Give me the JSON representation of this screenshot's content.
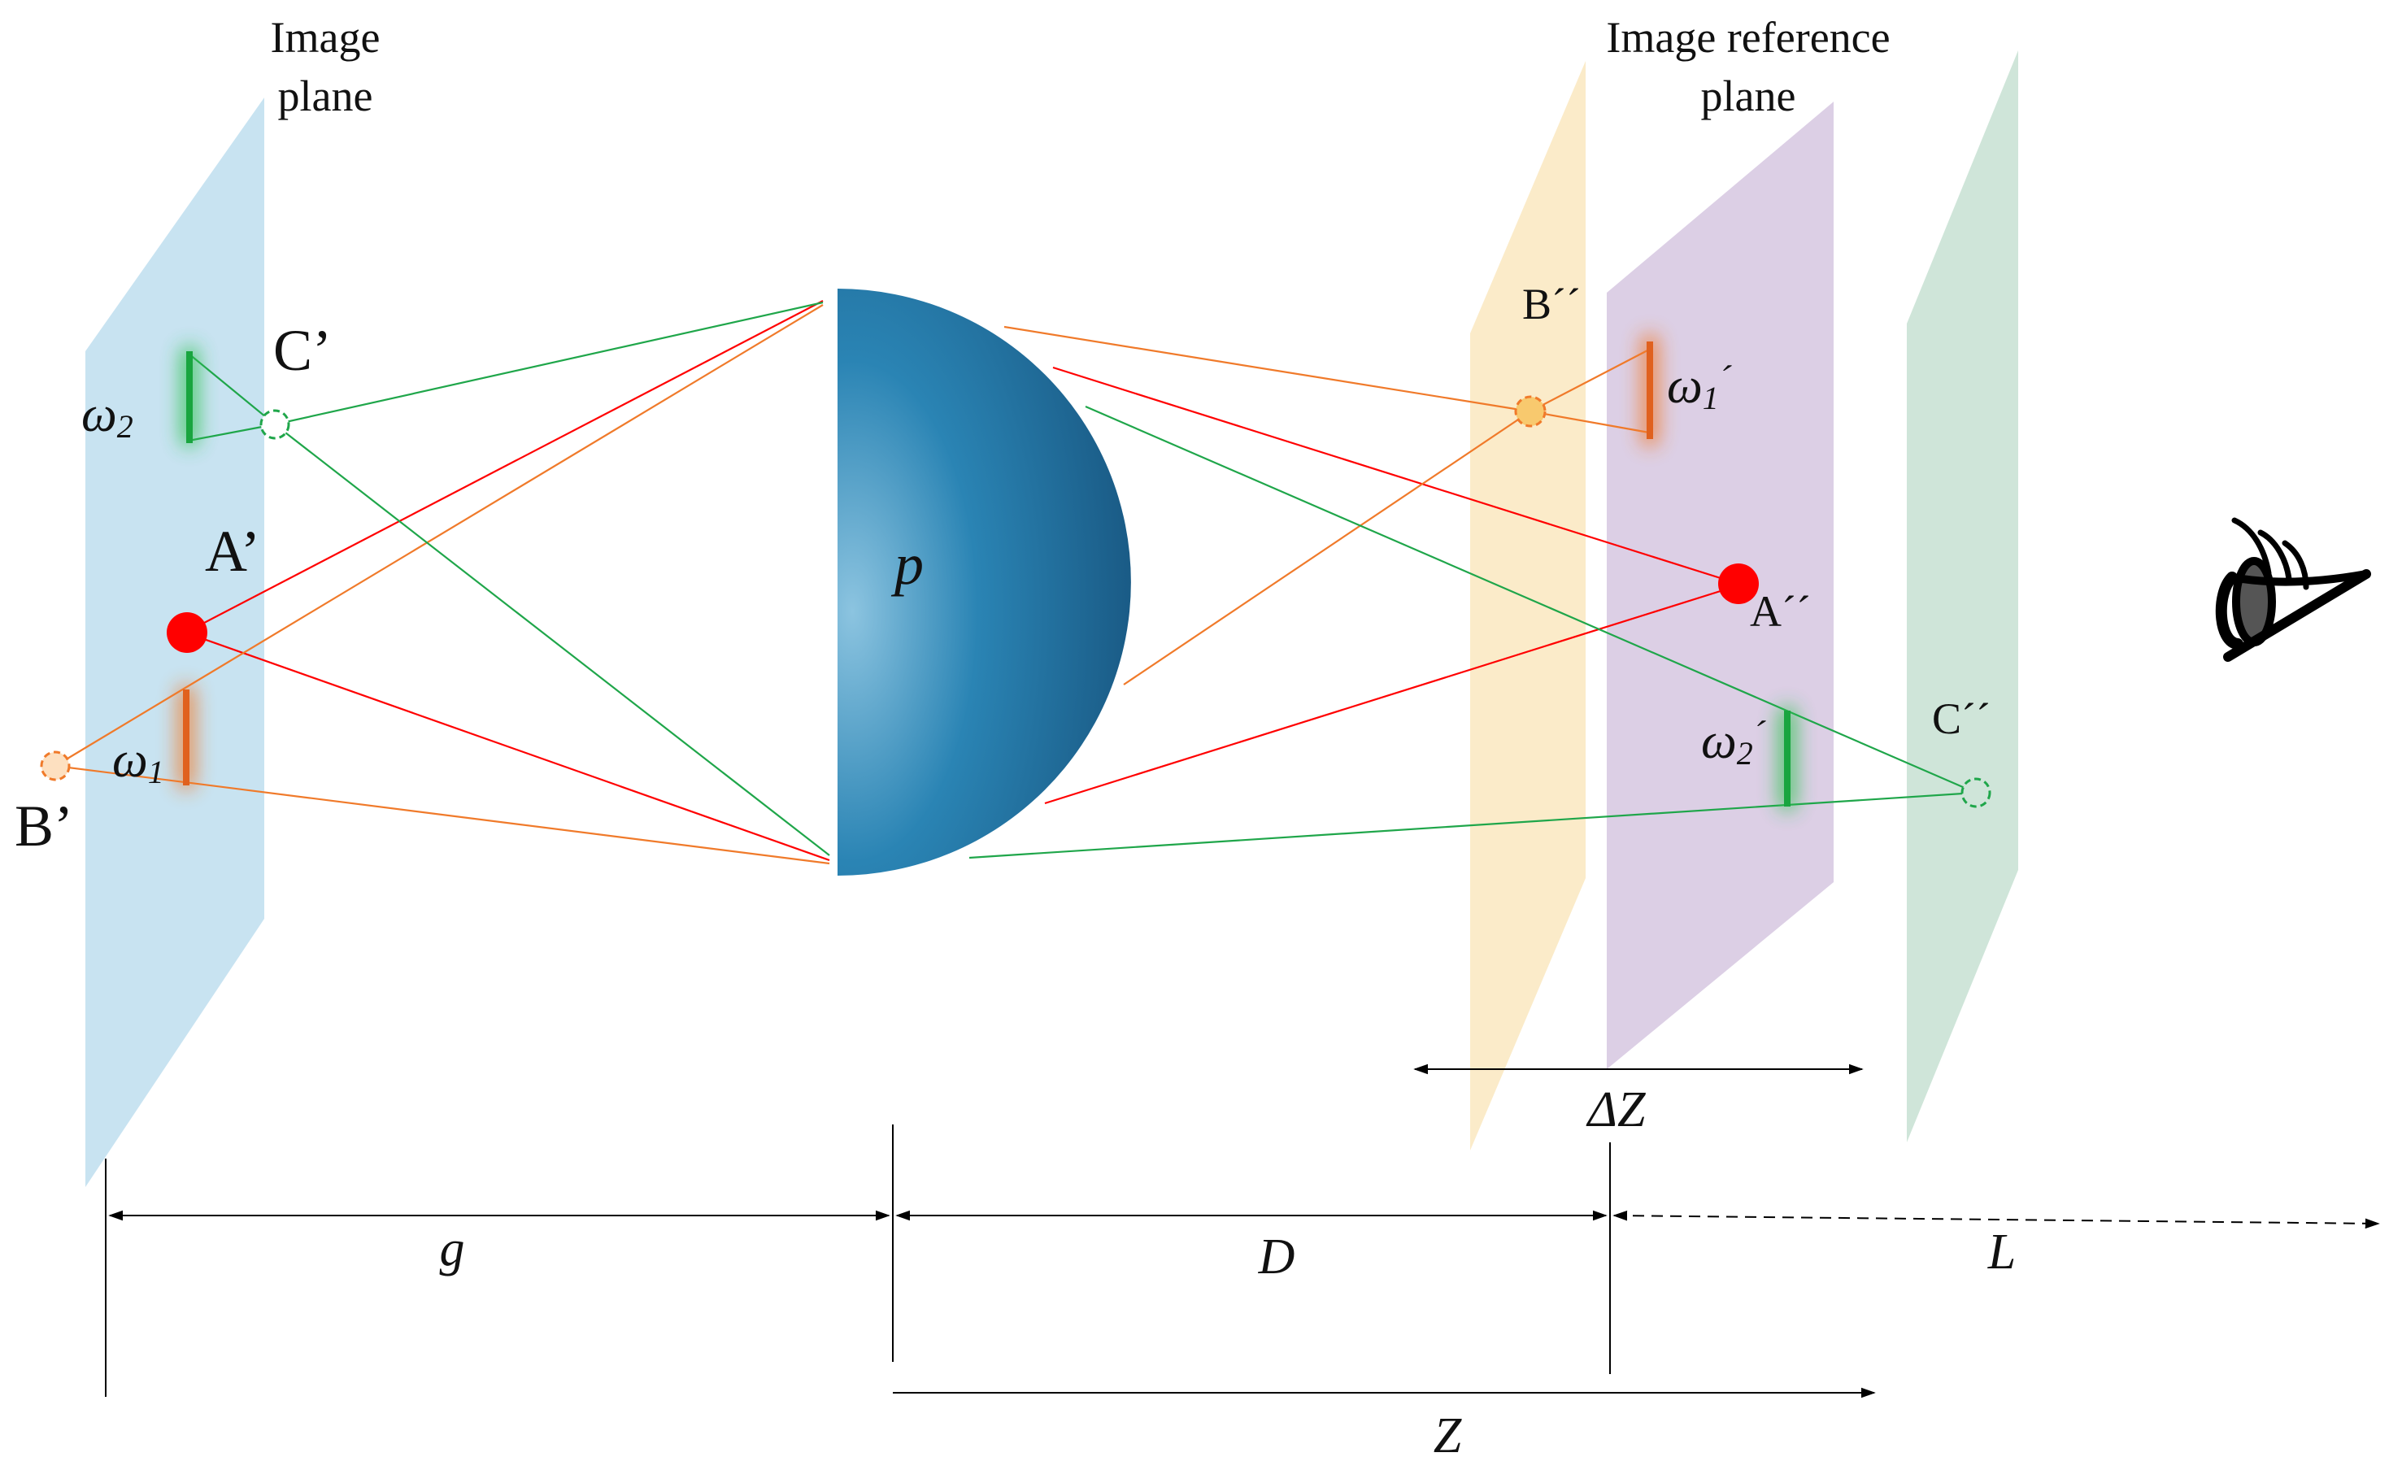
{
  "labels": {
    "image_plane_line1": "Image",
    "image_plane_line2": "plane",
    "ref_plane_line1": "Image reference",
    "ref_plane_line2": "plane",
    "lens": "p",
    "A1": "A’",
    "B1": "B’",
    "C1": "C’",
    "A2": "A´´",
    "B2": "B´´",
    "C2": "C´´",
    "w1": "ω",
    "w1_sub": "1",
    "w2": "ω",
    "w2_sub": "2",
    "w1p": "ω",
    "w1p_sub": "1",
    "w1p_prime": "´",
    "w2p": "ω",
    "w2p_sub": "2",
    "w2p_prime": "´",
    "dz": "ΔZ",
    "g": "g",
    "D": "D",
    "L": "L",
    "Z": "Z"
  },
  "colors": {
    "image_plane": "#c8e3f1",
    "yellow_plane": "#fbebc9",
    "ref_plane": "#dccfe5",
    "green_plane": "#cfe5d9",
    "lens_dark": "#1a5b86",
    "lens_light": "#8cc4e0",
    "red": "#ff0000",
    "orange": "#f07a2a",
    "green": "#1fa64a",
    "dim_line": "#000000"
  },
  "icons": {
    "viewer": "eye-icon"
  }
}
